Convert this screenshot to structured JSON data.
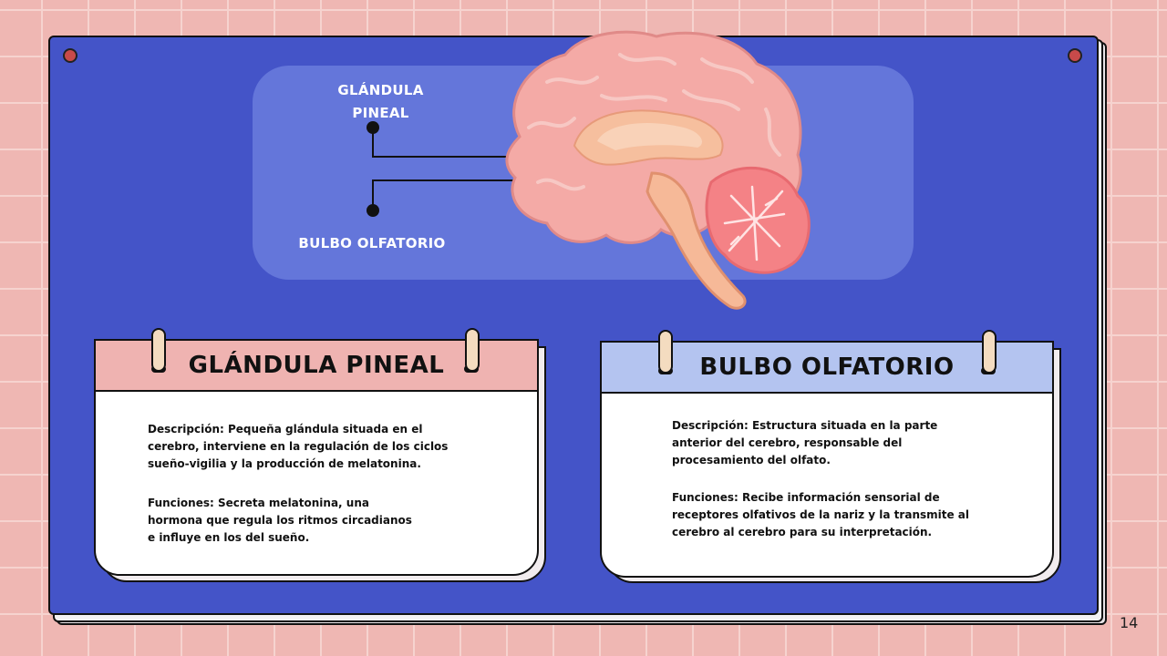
{
  "diagram": {
    "label_pineal": "GLÁNDULA\nPINEAL",
    "label_olfatorio": "BULBO OLFATORIO"
  },
  "cards": [
    {
      "title": "GLÁNDULA PINEAL",
      "header_color": "#efb3b1",
      "descripcion": "Descripción: Pequeña glándula situada en el cerebro, interviene en la regulación de los ciclos sueño-vigilia y la producción de melatonina.",
      "funciones": "Funciones: Secreta melatonina, una hormona que regula los ritmos circadianos e influye en los del sueño."
    },
    {
      "title": "BULBO OLFATORIO",
      "header_color": "#b4c4f0",
      "descripcion": "Descripción: Estructura situada en la parte anterior del cerebro, responsable del procesamiento del olfato.",
      "funciones": "Funciones: Recibe información sensorial de receptores olfativos de la nariz y la transmite al cerebro al cerebro para su interpretación."
    }
  ],
  "page_number": "14",
  "colors": {
    "board": "#4454c8",
    "background": "#efb7b3"
  }
}
